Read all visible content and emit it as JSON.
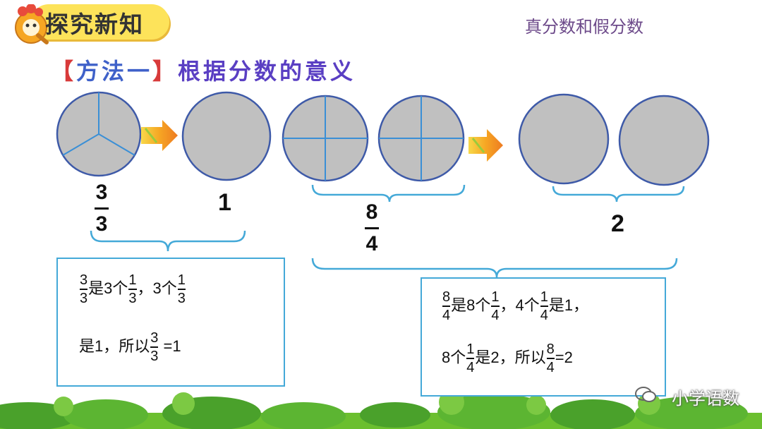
{
  "header": {
    "section_title": "探究新知",
    "topic": "真分数和假分数"
  },
  "method": {
    "bracket_open": "【",
    "label": "方法一",
    "bracket_close": "】",
    "description": "根据分数的意义"
  },
  "left": {
    "fraction": {
      "numerator": "3",
      "denominator": "3"
    },
    "result": "1",
    "explanation": {
      "line1": {
        "f1n": "3",
        "f1d": "3",
        "t1": "是3个",
        "f2n": "1",
        "f2d": "3",
        "t2": "，3个",
        "f3n": "1",
        "f3d": "3"
      },
      "line2": {
        "t1": "是1，所以",
        "f1n": "3",
        "f1d": "3",
        "t2": " =1"
      }
    }
  },
  "right": {
    "fraction": {
      "numerator": "8",
      "denominator": "4"
    },
    "result": "2",
    "explanation": {
      "line1": {
        "f1n": "8",
        "f1d": "4",
        "t1": "是8个",
        "f2n": "1",
        "f2d": "4",
        "t2": "，4个",
        "f3n": "1",
        "f3d": "4",
        "t3": "是1，"
      },
      "line2": {
        "t1": "8个",
        "f1n": "1",
        "f1d": "4",
        "t2": "是2，所以",
        "f2n": "8",
        "f2d": "4",
        "t3": "=2"
      }
    }
  },
  "watermark": "小学语数",
  "colors": {
    "circle_fill": "#c0c0c0",
    "circle_stroke": "#3e5aa8",
    "divider": "#3a8fd6",
    "brace": "#44a9d8",
    "title_bg": "#fde35a"
  }
}
